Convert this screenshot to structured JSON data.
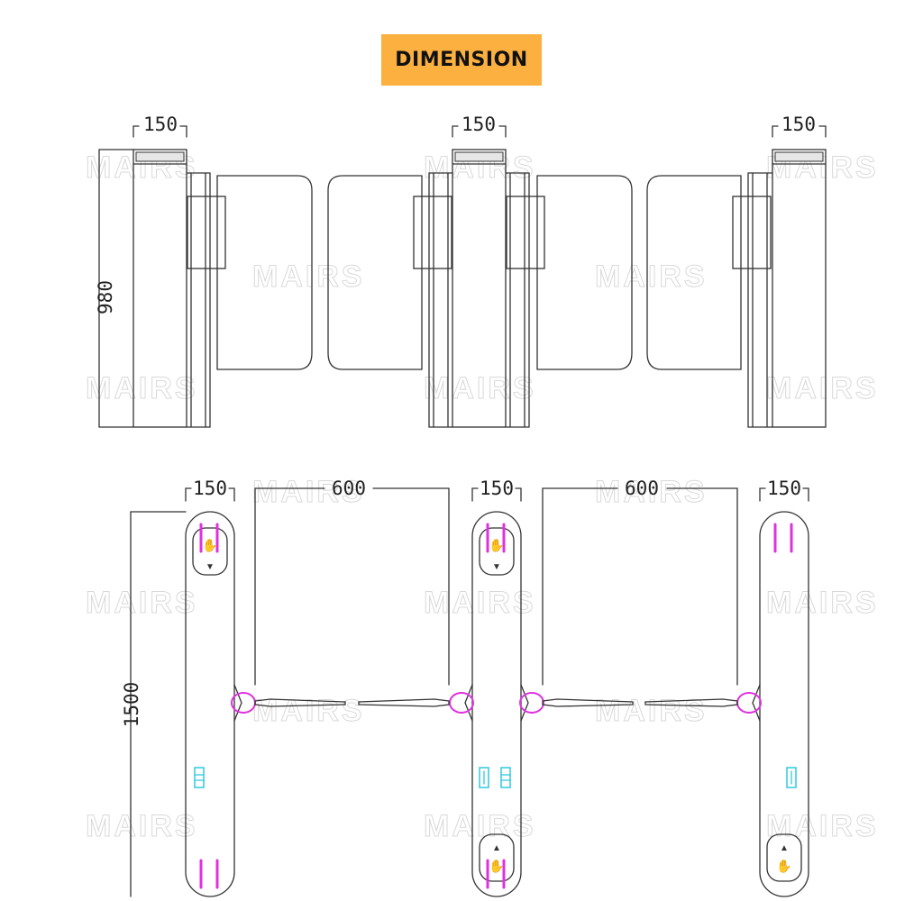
{
  "title": {
    "label": "DIMENSION",
    "background": "#FBB040"
  },
  "watermark": {
    "text": "MAIRS",
    "color": "#d9d9d9"
  },
  "colors": {
    "line": "#333333",
    "magenta": "#E030E0",
    "cyan": "#30C8E0"
  },
  "front_view": {
    "height_label": "980",
    "width_labels": [
      "150",
      "150",
      "150"
    ]
  },
  "top_view": {
    "length_label": "1500",
    "width_labels": [
      "150",
      "150",
      "150"
    ],
    "gap_labels": [
      "600",
      "600"
    ]
  }
}
